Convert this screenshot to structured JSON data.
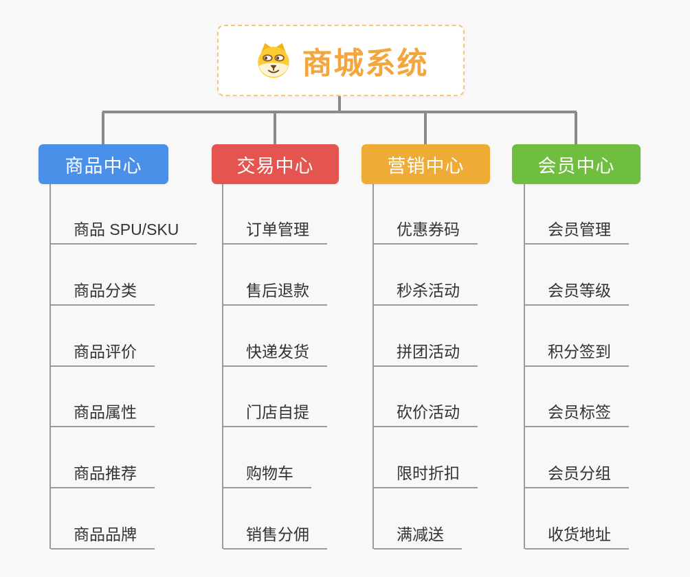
{
  "root": {
    "title": "商城系统",
    "icon": "dog-face-icon"
  },
  "colors": {
    "background": "#f8f8f8",
    "root_border": "#f3c879",
    "root_title": "#f3a63c",
    "connector_line": "#8a8a8a",
    "leaf_line": "#9a9a9a",
    "leaf_text": "#333333"
  },
  "branches": [
    {
      "label": "商品中心",
      "color": "#4a90e9",
      "items": [
        "商品 SPU/SKU",
        "商品分类",
        "商品评价",
        "商品属性",
        "商品推荐",
        "商品品牌"
      ]
    },
    {
      "label": "交易中心",
      "color": "#e5554f",
      "items": [
        "订单管理",
        "售后退款",
        "快递发货",
        "门店自提",
        "购物车",
        "销售分佣"
      ]
    },
    {
      "label": "营销中心",
      "color": "#eeab36",
      "items": [
        "优惠券码",
        "秒杀活动",
        "拼团活动",
        "砍价活动",
        "限时折扣",
        "满减送"
      ]
    },
    {
      "label": "会员中心",
      "color": "#70be40",
      "items": [
        "会员管理",
        "会员等级",
        "积分签到",
        "会员标签",
        "会员分组",
        "收货地址"
      ]
    }
  ]
}
